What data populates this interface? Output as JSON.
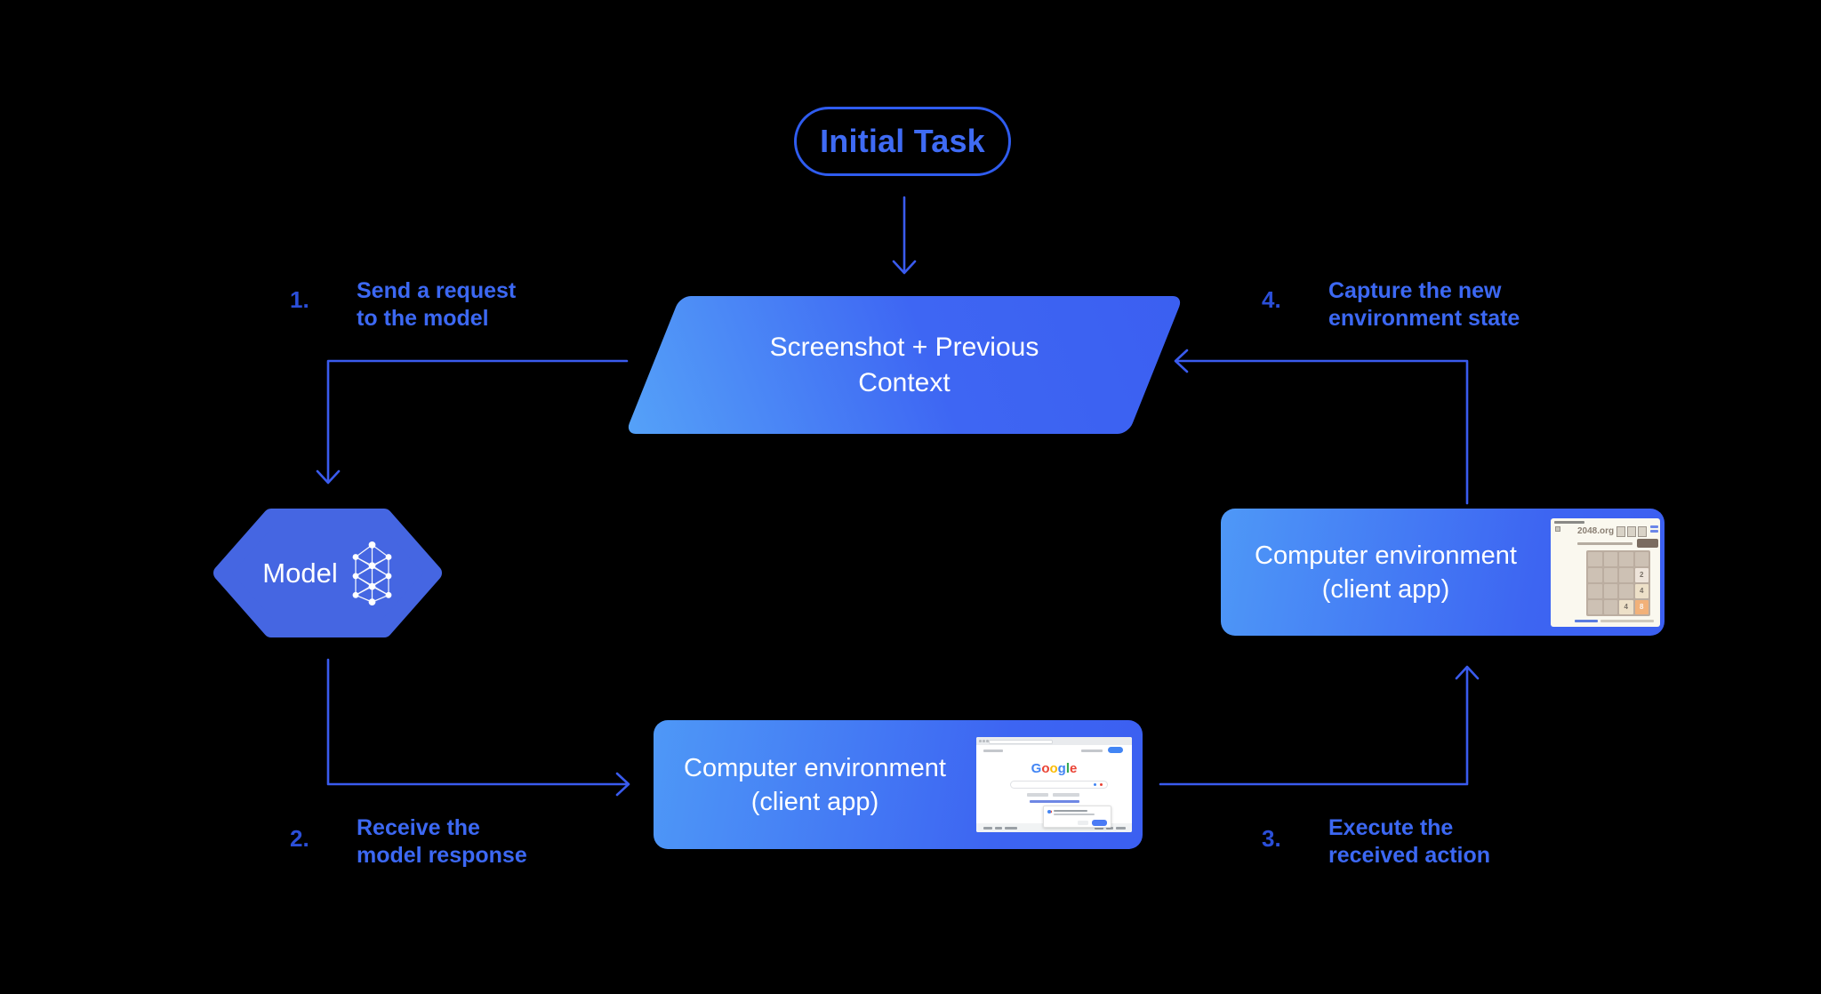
{
  "colors": {
    "background": "#000000",
    "arrow_blue": "#3A5BEE",
    "pill_border": "#2F5CEF",
    "pill_text": "#3F6BF4",
    "shape_gradient_light": "#55A2F8",
    "shape_gradient_dark": "#3B5FF1",
    "hexagon_fill": "#4566E2",
    "step_number": "#2B4FD9",
    "step_label": "#3C68F3",
    "node_text": "#FFFFFF"
  },
  "nodes": {
    "initial_task": {
      "label": "Initial Task"
    },
    "screenshot_context": {
      "label": "Screenshot + Previous\nContext"
    },
    "model": {
      "label": "Model",
      "icon": "neural-network-icon"
    },
    "env_right": {
      "label": "Computer environment\n(client app)",
      "thumbnail": "2048-game-screenshot"
    },
    "env_bottom": {
      "label": "Computer environment\n(client app)",
      "thumbnail": "google-homepage-screenshot"
    }
  },
  "steps": [
    {
      "number": "1.",
      "label": "Send a request\nto the model"
    },
    {
      "number": "2.",
      "label": "Receive the\nmodel response"
    },
    {
      "number": "3.",
      "label": "Execute the\nreceived action"
    },
    {
      "number": "4.",
      "label": "Capture the new\nenvironment state"
    }
  ],
  "thumb_2048": {
    "site": "2048.org",
    "tiles": [
      {
        "value": "2",
        "bg": "#EEE4DA",
        "fg": "#776E65"
      },
      {
        "value": "4",
        "bg": "#EDE0C8",
        "fg": "#776E65"
      },
      {
        "value": "4",
        "bg": "#EDE0C8",
        "fg": "#776E65"
      },
      {
        "value": "8",
        "bg": "#F2B179",
        "fg": "#F9F6F2"
      }
    ]
  },
  "thumb_google": {
    "logo": [
      {
        "ch": "G",
        "color": "#4285F4"
      },
      {
        "ch": "o",
        "color": "#EA4335"
      },
      {
        "ch": "o",
        "color": "#FBBC05"
      },
      {
        "ch": "g",
        "color": "#4285F4"
      },
      {
        "ch": "l",
        "color": "#34A853"
      },
      {
        "ch": "e",
        "color": "#EA4335"
      }
    ]
  }
}
